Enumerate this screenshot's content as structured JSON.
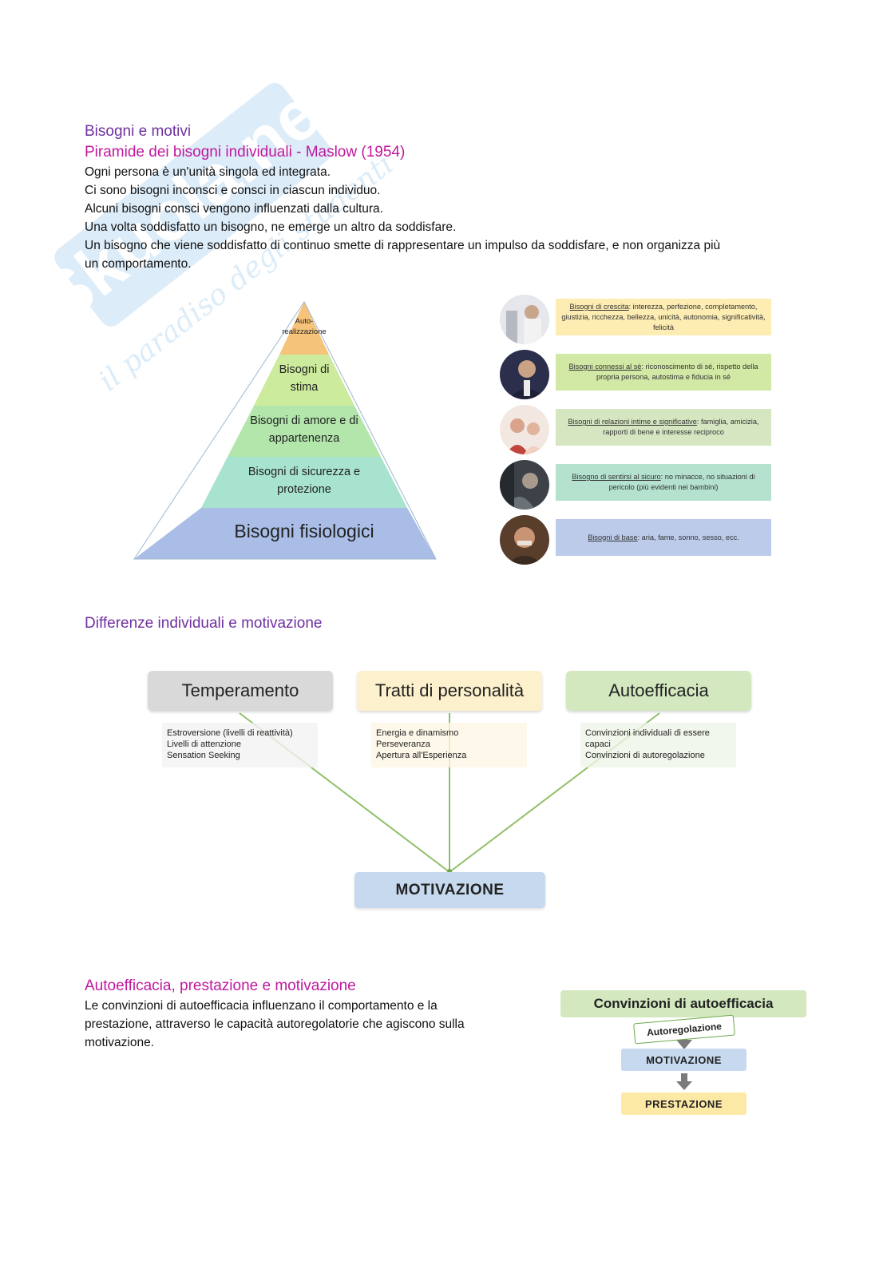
{
  "watermark": {
    "main": "Skuola.net",
    "tagline": "il paradiso degli studenti"
  },
  "section1": {
    "title": "Bisogni e motivi",
    "subtitle": "Piramide dei bisogni individuali  - Maslow (1954)",
    "lines": [
      "Ogni persona è un'unità singola ed integrata.",
      "Ci sono bisogni inconsci e consci in ciascun individuo.",
      "Alcuni bisogni consci vengono influenzati dalla cultura.",
      "Una volta soddisfatto un bisogno, ne emerge un altro da soddisfare.",
      "Un bisogno che viene soddisfatto di continuo smette di rappresentare un impulso da soddisfare, e non organizza più",
      "un comportamento."
    ]
  },
  "pyramid": {
    "levels": [
      {
        "label_1": "Auto-",
        "label_2": "realizzazione",
        "color": "#f6c37a"
      },
      {
        "label_1": "Bisogni di",
        "label_2": "stima",
        "color": "#cdeb9c"
      },
      {
        "label_1": "Bisogni di amore e di",
        "label_2": "appartenenza",
        "color": "#b2e6ab"
      },
      {
        "label_1": "Bisogni di sicurezza e",
        "label_2": "protezione",
        "color": "#a8e3cf"
      },
      {
        "label_1": "Bisogni fisiologici",
        "label_2": "",
        "color": "#a9bde6"
      }
    ]
  },
  "needs": [
    {
      "title": "Bisogni di crescita",
      "rest": ": interezza, perfezione, completamento, giustizia, ricchezza, bellezza, unicità, autonomia, significatività, felicità",
      "color": "#fdedb3"
    },
    {
      "title": "Bisogni connessi al sé",
      "rest": ": riconoscimento di sé, rispetto della propria persona, autostima e fiducia in sé",
      "color": "#d2e8a5"
    },
    {
      "title": "Bisogni di relazioni intime e significative",
      "rest": ": famiglia, amicizia, rapporti di bene e interesse reciproco",
      "color": "#d5e6c1"
    },
    {
      "title": "Bisogno di sentirsi al sicuro",
      "rest": ": no minacce, no situazioni di pericolo (più evidenti nei bambini)",
      "color": "#b5e2cf"
    },
    {
      "title": "Bisogni di base",
      "rest": ": aria, fame, sonno, sesso, ecc.",
      "color": "#bccbea"
    }
  ],
  "section2": {
    "title": "Differenze individuali e motivazione",
    "categories": [
      {
        "label": "Temperamento",
        "color": "#d9d9d9",
        "sub_bg": "#f2f2f2",
        "items": [
          "Estroversione (livelli di reattività)",
          "Livelli di attenzione",
          "Sensation Seeking"
        ]
      },
      {
        "label": "Tratti di personalità",
        "color": "#fdf0cc",
        "sub_bg": "#fdf6e4",
        "items": [
          "Energia e dinamismo",
          "Perseveranza",
          "Apertura all'Esperienza"
        ]
      },
      {
        "label": "Autoefficacia",
        "color": "#d3e8bf",
        "sub_bg": "#eef5e7",
        "items": [
          "Convinzioni individuali di essere",
          "capaci",
          "Convinzioni di autoregolazione"
        ]
      }
    ],
    "center": "MOTIVAZIONE",
    "line_color": "#8fbf6a"
  },
  "section3": {
    "title": "Autoefficacia, prestazione e motivazione",
    "lines": [
      "Le convinzioni di autoefficacia influenzano il comportamento e la",
      "prestazione, attraverso le capacità autoregolatorie che agiscono sulla",
      "motivazione."
    ],
    "flow": {
      "top": "Convinzioni di autoefficacia",
      "tag": "Autoregolazione",
      "middle": "MOTIVAZIONE",
      "bottom": "PRESTAZIONE"
    }
  }
}
